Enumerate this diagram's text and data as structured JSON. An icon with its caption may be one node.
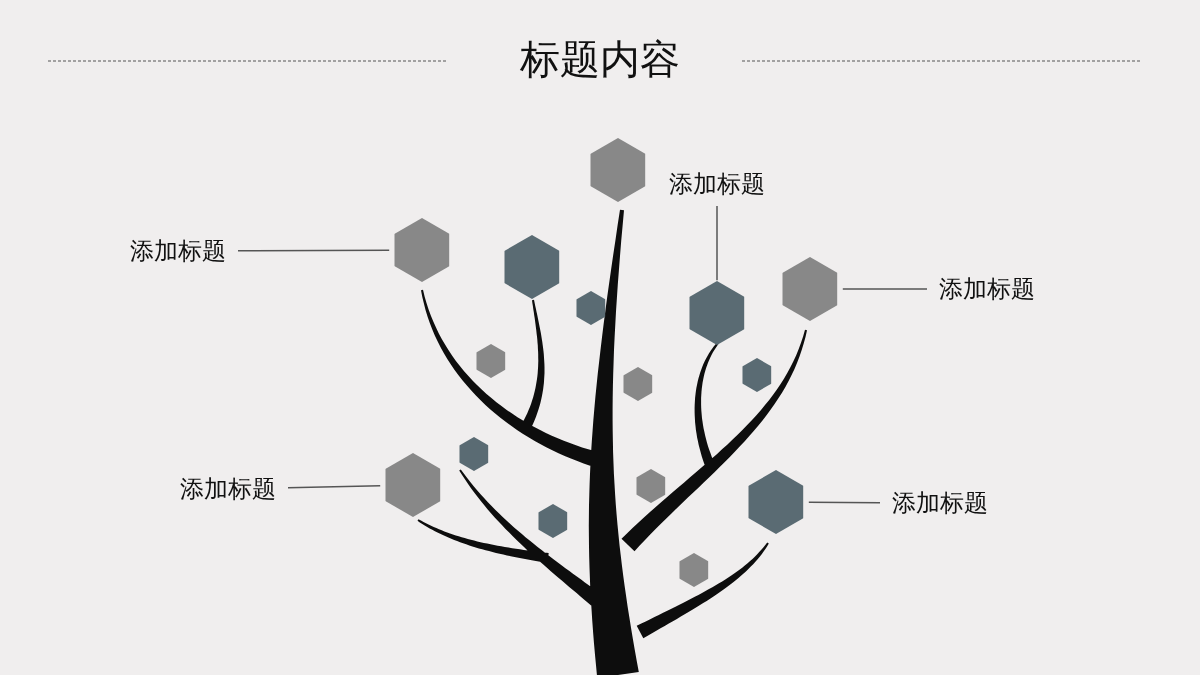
{
  "diagram": {
    "title": "标题内容",
    "nodes": [
      {
        "text": [],
        "shape": "hexagon"
      },
      {
        "text": [
          "添加标题"
        ]
      },
      {
        "text": [
          "添加标题"
        ]
      },
      {
        "text": [],
        "shape": "hexagon"
      },
      {
        "text": [],
        "shape": "hexagon"
      },
      {
        "text": [],
        "shape": "hexagon"
      },
      {
        "text": [
          "添加标题"
        ]
      },
      {
        "text": [],
        "shape": "hexagon"
      },
      {
        "text": [],
        "shape": "hexagon"
      },
      {
        "text": [],
        "shape": "hexagon"
      },
      {
        "text": [],
        "shape": "hexagon"
      },
      {
        "text": [],
        "shape": "hexagon"
      },
      {
        "text": [],
        "shape": "hexagon"
      },
      {
        "text": [],
        "shape": "hexagon"
      },
      {
        "text": [
          "添加标题"
        ]
      },
      {
        "text": [],
        "shape": "hexagon"
      },
      {
        "text": [],
        "shape": "hexagon"
      },
      {
        "text": [
          "添加标题"
        ]
      },
      {
        "text": [],
        "shape": "hexagon"
      },
      {
        "text": [],
        "shape": "hexagon"
      }
    ],
    "edges": [
      {
        "from": 1,
        "to": 8,
        "arrow": "none"
      },
      {
        "from": 2,
        "to": 3,
        "arrow": "none"
      },
      {
        "from": 6,
        "to": 5,
        "arrow": "none"
      },
      {
        "from": 14,
        "to": 13,
        "arrow": "none"
      },
      {
        "from": 17,
        "to": 16,
        "arrow": "none"
      }
    ]
  }
}
